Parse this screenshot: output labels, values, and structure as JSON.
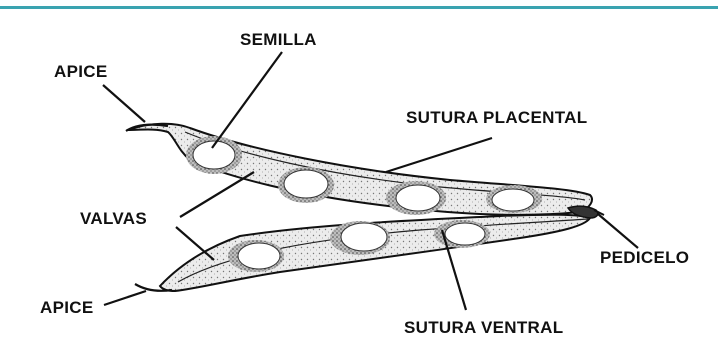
{
  "labels": {
    "semilla": "SEMILLA",
    "apice_top": "APICE",
    "sutura_placental": "SUTURA PLACENTAL",
    "valvas": "VALVAS",
    "pedicelo": "PEDICELO",
    "apice_bottom": "APICE",
    "sutura_ventral": "SUTURA VENTRAL"
  },
  "colors": {
    "rule": "#3aa3b0",
    "ink": "#111111",
    "pod_fill": "#e9e9e9",
    "seed_fill": "#ffffff"
  }
}
